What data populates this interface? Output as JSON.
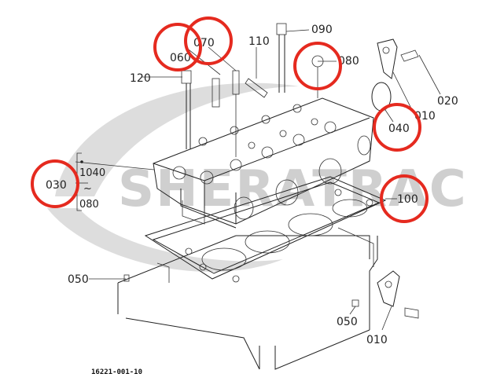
{
  "watermark": {
    "text": "SHERATRAC",
    "color": "#c8c8c8"
  },
  "highlight_color": "#e52a1f",
  "callouts": [
    {
      "id": "090",
      "text": "090"
    },
    {
      "id": "110",
      "text": "110"
    },
    {
      "id": "070",
      "text": "070"
    },
    {
      "id": "060",
      "text": "060"
    },
    {
      "id": "080",
      "text": "080"
    },
    {
      "id": "120",
      "text": "120"
    },
    {
      "id": "020",
      "text": "020"
    },
    {
      "id": "010a",
      "text": "010"
    },
    {
      "id": "040",
      "text": "040"
    },
    {
      "id": "030",
      "text": "030"
    },
    {
      "id": "r1040",
      "text": "1040"
    },
    {
      "id": "r080",
      "text": "080"
    },
    {
      "id": "100",
      "text": "100"
    },
    {
      "id": "050a",
      "text": "050"
    },
    {
      "id": "050b",
      "text": "050"
    },
    {
      "id": "010b",
      "text": "010"
    }
  ],
  "range_tilde": "~",
  "drawing_code": "16221-001-10"
}
